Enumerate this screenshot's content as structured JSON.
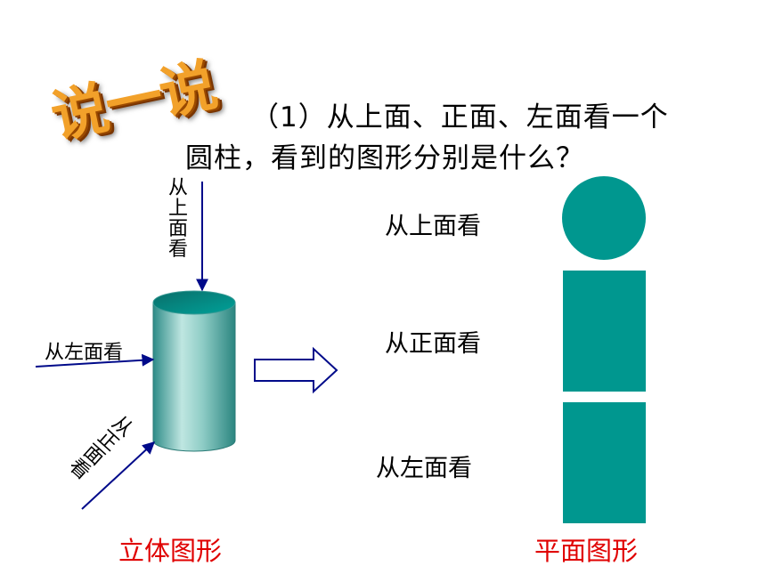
{
  "badge": {
    "text": "说一说"
  },
  "question": {
    "line1": "（1）从上面、正面、左面看一个",
    "line2": "圆柱，看到的图形分别是什么？"
  },
  "arrows": {
    "top_label": [
      "从",
      "上",
      "面",
      "看"
    ],
    "left_label": "从左面看",
    "front_label": [
      "从",
      "正",
      "面",
      "看"
    ]
  },
  "views": {
    "top": "从上面看",
    "front": "从正面看",
    "left": "从左面看"
  },
  "captions": {
    "solid": "立体图形",
    "plane": "平面图形"
  },
  "colors": {
    "teal": "#00978f",
    "arrow_blue": "#000a8a",
    "caption_red": "#e00000",
    "badge_orange": "#f2a12a"
  }
}
